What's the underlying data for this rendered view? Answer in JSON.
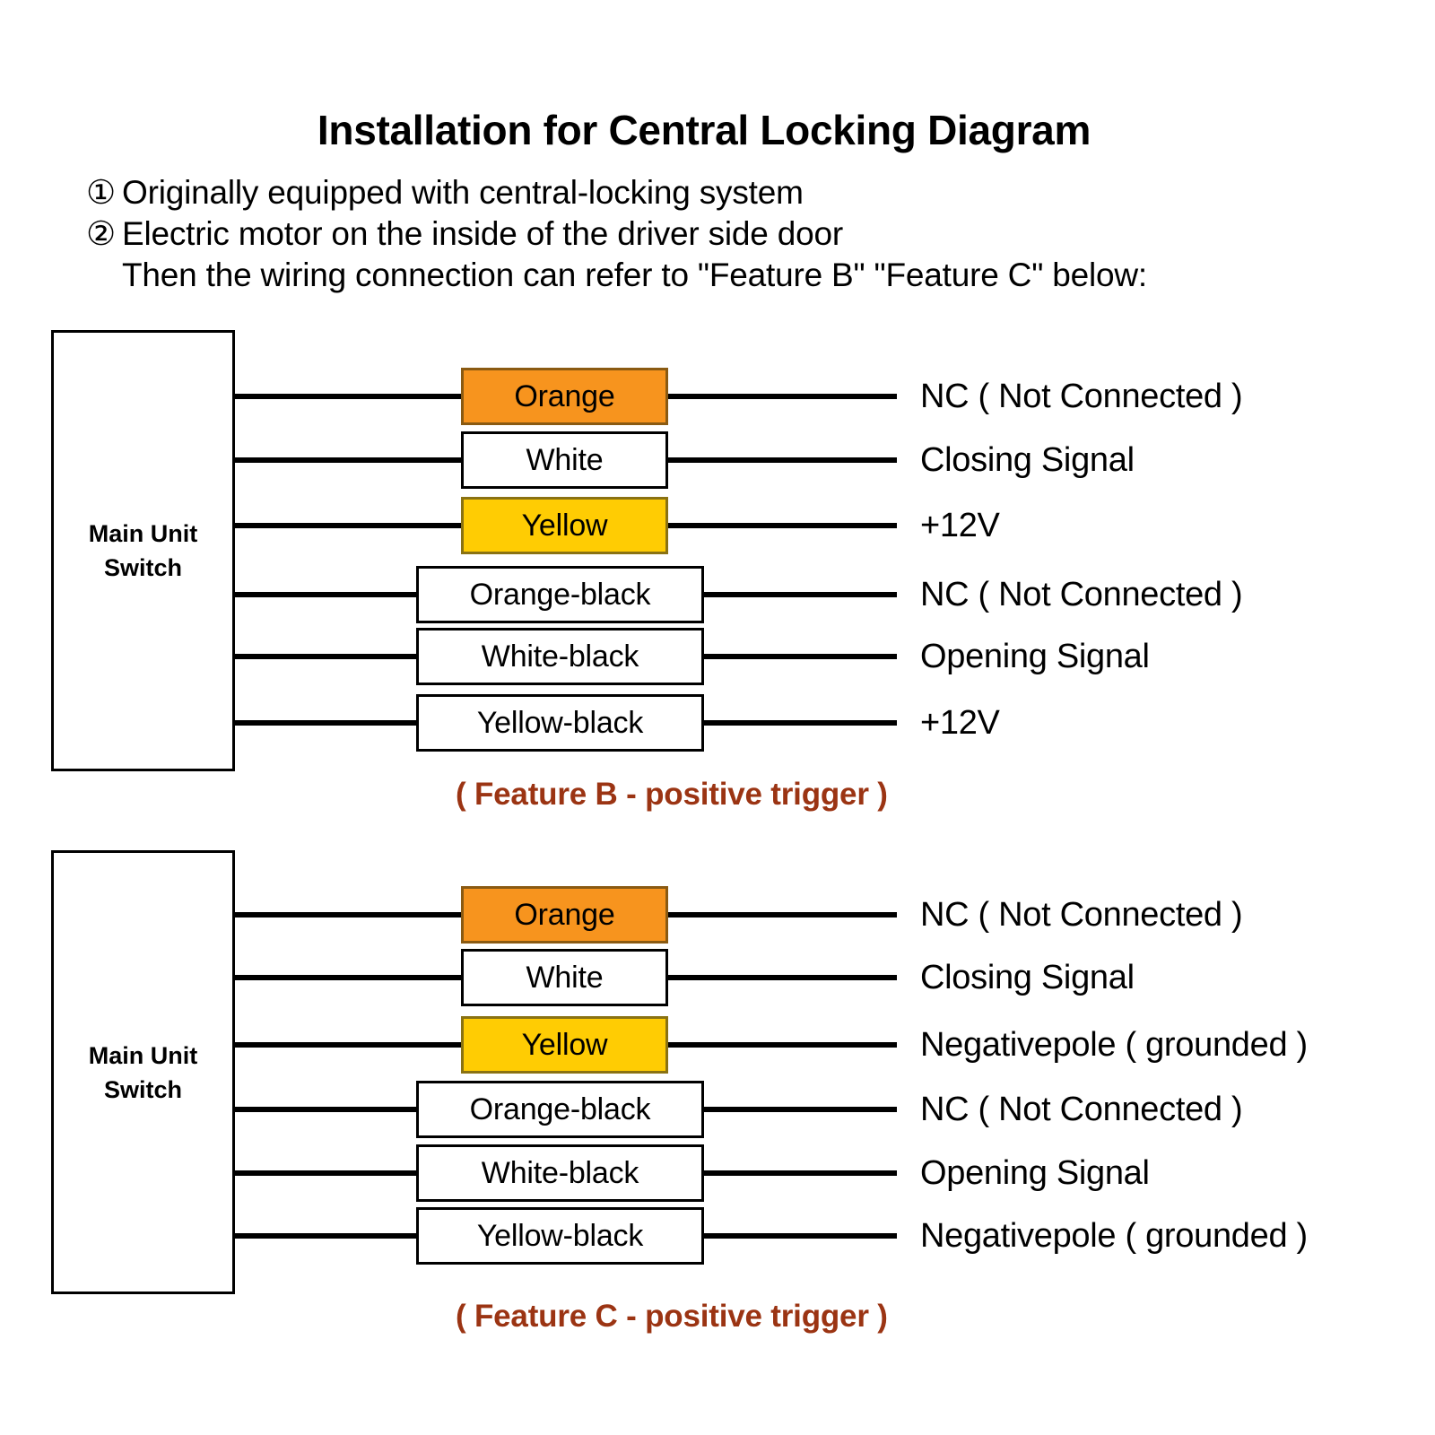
{
  "title": "Installation for Central Locking Diagram",
  "notes": [
    {
      "marker": "①",
      "text": "Originally equipped with central-locking system"
    },
    {
      "marker": "②",
      "text": "Electric motor on the inside of the driver side door"
    },
    {
      "marker": "",
      "text": "Then the wiring connection can refer to \"Feature B\" \"Feature C\" below:"
    }
  ],
  "colors": {
    "orange": "#F7941E",
    "yellow": "#FFCC03",
    "white": "#FFFFFF",
    "caption": "#9B3413",
    "line": "#000000"
  },
  "blocks": [
    {
      "unit_label": "Main Unit\nSwitch",
      "caption": "( Feature B - positive trigger )",
      "rows": [
        {
          "wire": "Orange",
          "swatch": "orange",
          "signal": "NC ( Not Connected )"
        },
        {
          "wire": "White",
          "swatch": "white",
          "signal": "Closing Signal"
        },
        {
          "wire": "Yellow",
          "swatch": "yellow",
          "signal": "+12V"
        },
        {
          "wire": "Orange-black",
          "swatch": "white",
          "signal": "NC ( Not Connected )"
        },
        {
          "wire": "White-black",
          "swatch": "white",
          "signal": "Opening Signal"
        },
        {
          "wire": "Yellow-black",
          "swatch": "white",
          "signal": "+12V"
        }
      ]
    },
    {
      "unit_label": "Main Unit\nSwitch",
      "caption": "( Feature C - positive trigger )",
      "rows": [
        {
          "wire": "Orange",
          "swatch": "orange",
          "signal": "NC ( Not Connected )"
        },
        {
          "wire": "White",
          "swatch": "white",
          "signal": "Closing Signal"
        },
        {
          "wire": "Yellow",
          "swatch": "yellow",
          "signal": "Negativepole ( grounded )"
        },
        {
          "wire": "Orange-black",
          "swatch": "white",
          "signal": "NC ( Not Connected )"
        },
        {
          "wire": "White-black",
          "swatch": "white",
          "signal": "Opening Signal"
        },
        {
          "wire": "Yellow-black",
          "swatch": "white",
          "signal": "Negativepole ( grounded )"
        }
      ]
    }
  ]
}
